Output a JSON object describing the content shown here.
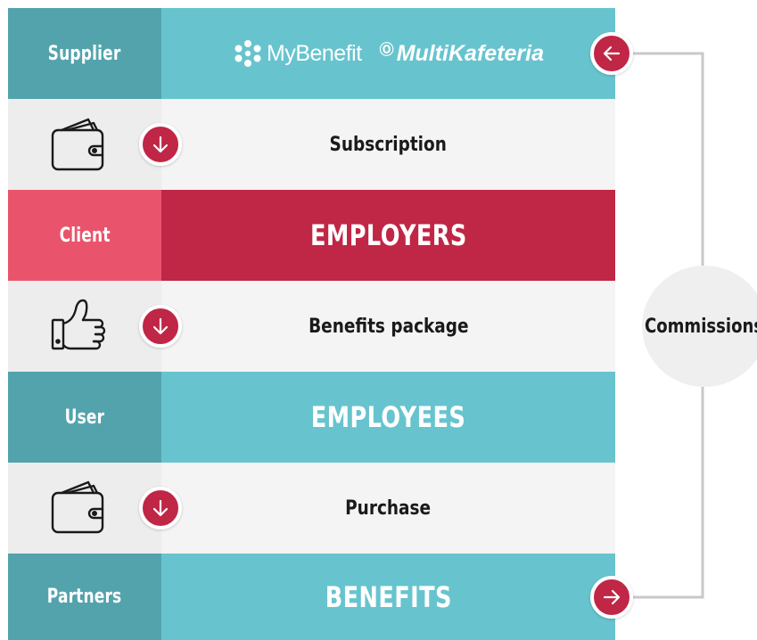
{
  "rows": {
    "supplier": {
      "label": "Supplier",
      "logos": {
        "mybenefit": "MyBenefit",
        "multikafeteria": "MultiKafeteria"
      }
    },
    "subscription": {
      "label": "Subscription",
      "icon": "wallet-icon"
    },
    "client": {
      "label": "Client",
      "value": "EMPLOYERS"
    },
    "benefits_package": {
      "label": "Benefits package",
      "icon": "thumbs-up-icon"
    },
    "user": {
      "label": "User",
      "value": "EMPLOYEES"
    },
    "purchase": {
      "label": "Purchase",
      "icon": "wallet-icon"
    },
    "partners": {
      "label": "Partners",
      "value": "BENEFITS"
    }
  },
  "commissions": {
    "label": "Commissions"
  },
  "colors": {
    "teal_dark": "#53a3ad",
    "teal_light": "#67c4ce",
    "red_dark": "#c02645",
    "red_light": "#e9546c",
    "grey": "#f4f4f4",
    "connector": "#c8c8c8"
  }
}
